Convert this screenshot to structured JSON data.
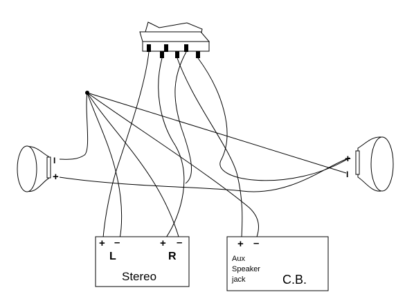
{
  "stereo": {
    "title": "Stereo",
    "left_channel": "L",
    "right_channel": "R",
    "plus": "+",
    "minus": "–"
  },
  "cb": {
    "title": "C.B.",
    "jack_lines": [
      "Aux",
      "Speaker",
      "jack"
    ],
    "plus": "+",
    "minus": "–"
  },
  "left_speaker": {
    "plus": "+",
    "minus": "I"
  },
  "right_speaker": {
    "plus": "+",
    "minus": "I"
  }
}
